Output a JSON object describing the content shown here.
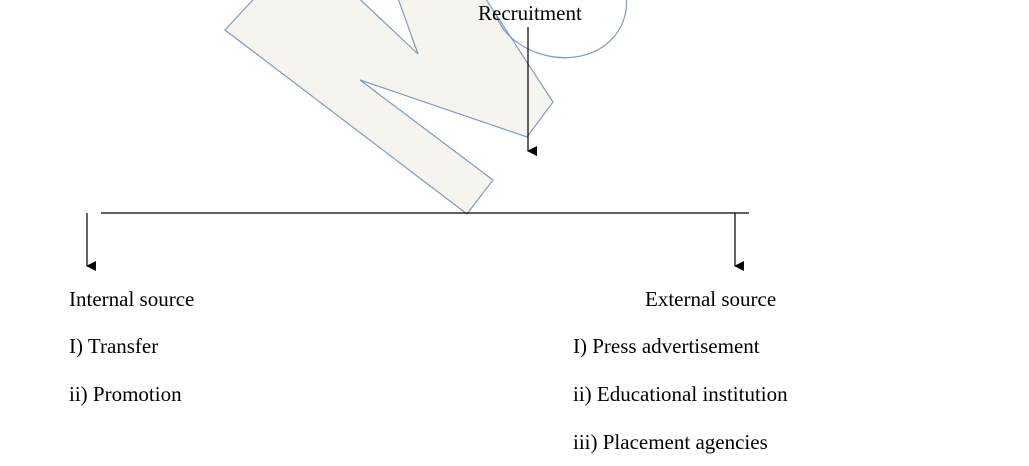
{
  "diagram": {
    "root": "Recruitment",
    "branches": [
      {
        "title": "Internal source",
        "items": [
          "I) Transfer",
          "ii) Promotion"
        ]
      },
      {
        "title": "External source",
        "items": [
          "I) Press advertisement",
          "ii) Educational institution",
          "iii) Placement agencies"
        ]
      }
    ]
  },
  "colors": {
    "watermark_fill": "#f5f4ef",
    "watermark_stroke": "#7f9bc0",
    "line": "#000000"
  }
}
